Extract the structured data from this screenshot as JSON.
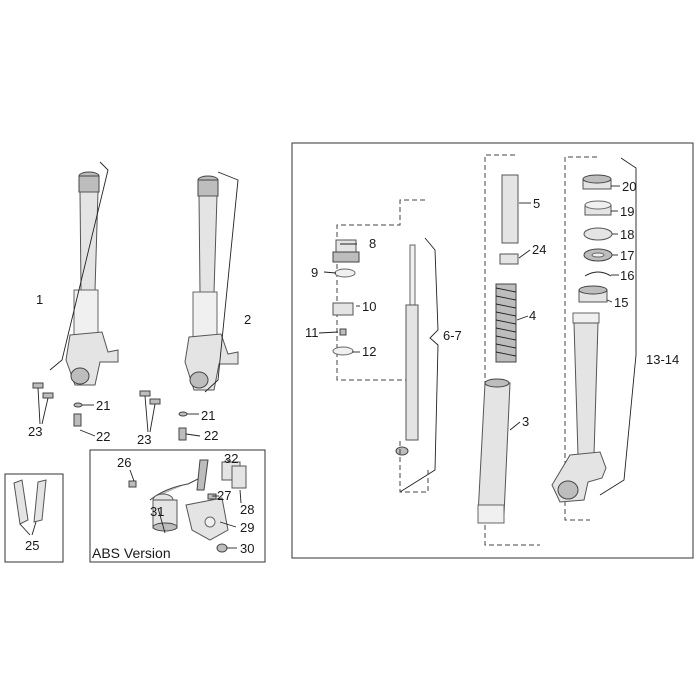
{
  "labels": {
    "l1": "1",
    "l2": "2",
    "l3": "3",
    "l4": "4",
    "l5": "5",
    "l6_7": "6-7",
    "l8": "8",
    "l9": "9",
    "l10": "10",
    "l11": "11",
    "l12": "12",
    "l13_14": "13-14",
    "l15": "15",
    "l16": "16",
    "l17": "17",
    "l18": "18",
    "l19": "19",
    "l20": "20",
    "l21a": "21",
    "l21b": "21",
    "l22a": "22",
    "l22b": "22",
    "l23a": "23",
    "l23b": "23",
    "l24": "24",
    "l25": "25",
    "l26": "26",
    "l27": "27",
    "l28": "28",
    "l29": "29",
    "l30": "30",
    "l31": "31",
    "l32": "32"
  },
  "abs_caption": "ABS Version"
}
